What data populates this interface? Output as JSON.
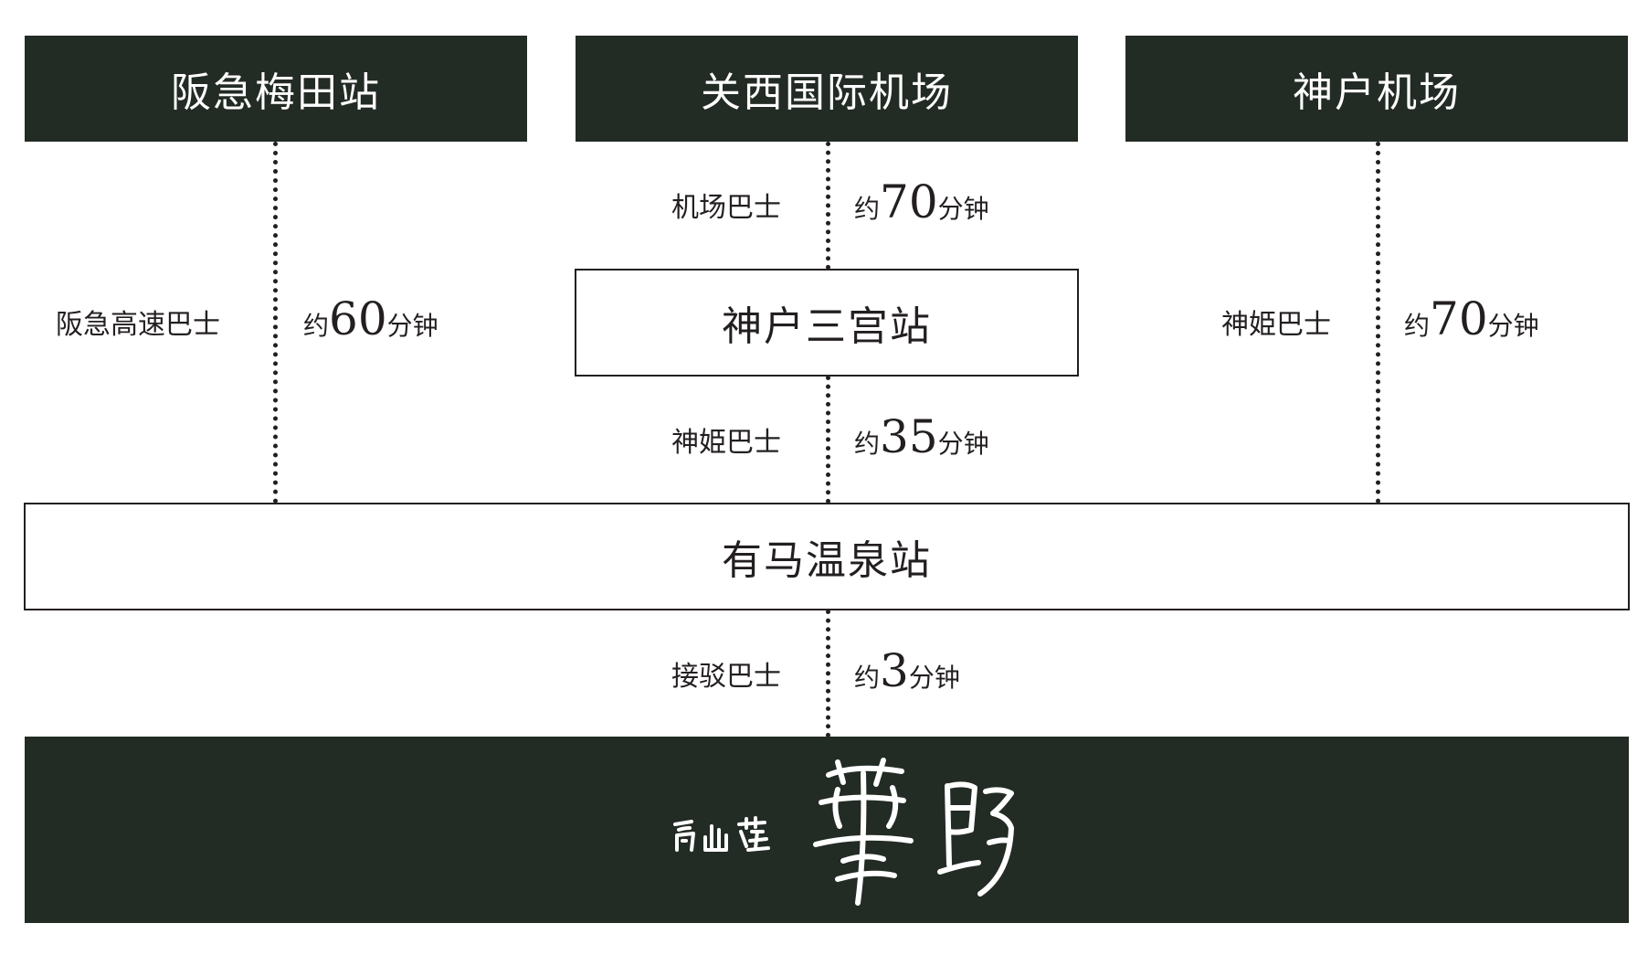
{
  "stations": {
    "umeda": "阪急梅田站",
    "kansai": "关西国际机场",
    "kobe_airport": "神户机场",
    "sannomiya": "神户三宫站",
    "arima": "有马温泉站"
  },
  "routes": {
    "left": {
      "name": "阪急高速巴士",
      "prefix": "约",
      "minutes": "60",
      "unit": "分钟"
    },
    "center_top": {
      "name": "机场巴士",
      "prefix": "约",
      "minutes": "70",
      "unit": "分钟"
    },
    "center_mid": {
      "name": "神姫巴士",
      "prefix": "约",
      "minutes": "35",
      "unit": "分钟"
    },
    "right": {
      "name": "神姫巴士",
      "prefix": "约",
      "minutes": "70",
      "unit": "分钟"
    },
    "bottom": {
      "name": "接驳巴士",
      "prefix": "约",
      "minutes": "3",
      "unit": "分钟"
    }
  },
  "logo": {
    "small": "高山荘",
    "large": "華野"
  },
  "colors": {
    "dark": "#232b25",
    "ink": "#231f20",
    "background": "#ffffff"
  }
}
